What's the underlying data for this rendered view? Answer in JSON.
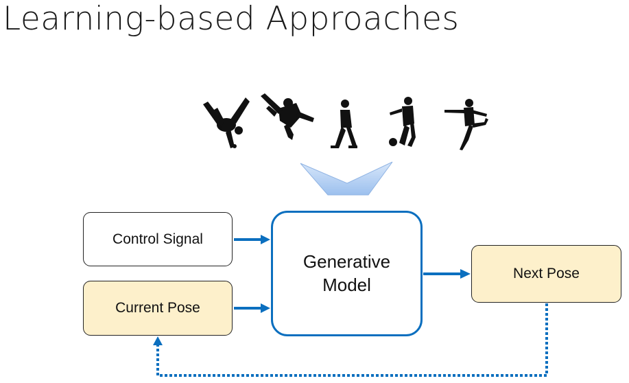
{
  "title": "Learning-based Approaches",
  "silhouettes": [
    "breakdancer-silhouette",
    "kicking-silhouette",
    "walking-silhouette",
    "soccer-player-silhouette",
    "dancer-silhouette"
  ],
  "boxes": {
    "control_signal": "Control Signal",
    "current_pose": "Current Pose",
    "generative_model": "Generative Model",
    "next_pose": "Next Pose"
  },
  "colors": {
    "arrow_blue": "#0b6fbf",
    "pose_fill": "#fdf0cb",
    "chevron_fill": "#b9d4f4"
  }
}
